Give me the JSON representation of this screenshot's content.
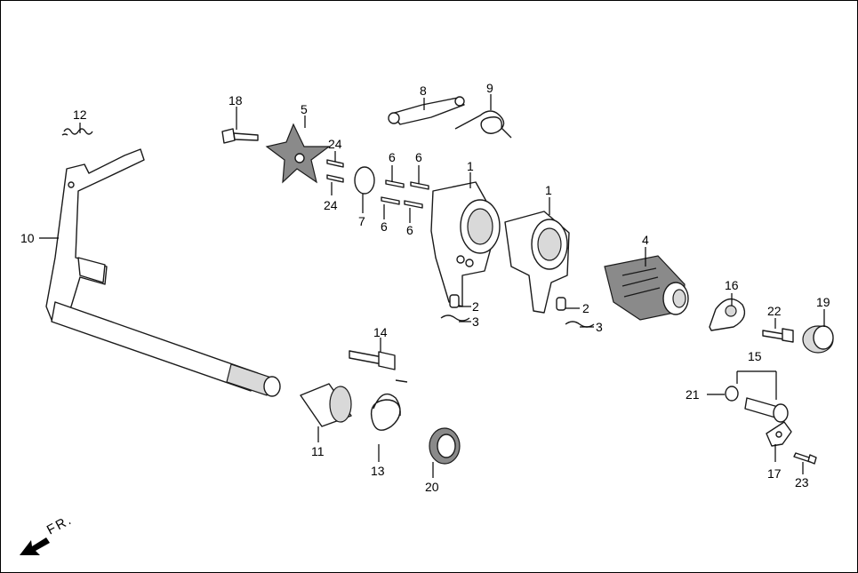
{
  "labels": {
    "p1a": "1",
    "p1b": "1",
    "p2a": "2",
    "p2b": "2",
    "p3a": "3",
    "p3b": "3",
    "p4": "4",
    "p5": "5",
    "p6a": "6",
    "p6b": "6",
    "p6c": "6",
    "p6d": "6",
    "p7": "7",
    "p8": "8",
    "p9": "9",
    "p10": "10",
    "p11": "11",
    "p12": "12",
    "p13": "13",
    "p14": "14",
    "p15": "15",
    "p16": "16",
    "p17": "17",
    "p18": "18",
    "p19": "19",
    "p20": "20",
    "p21": "21",
    "p22": "22",
    "p23": "23",
    "p24a": "24",
    "p24b": "24"
  },
  "direction": {
    "text": "FR."
  }
}
